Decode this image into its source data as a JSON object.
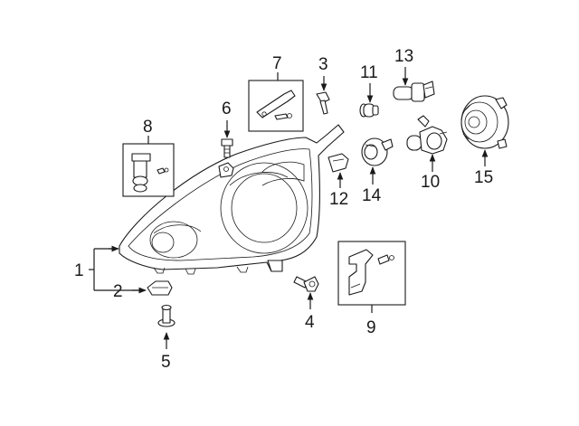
{
  "callouts": {
    "c1": "1",
    "c2": "2",
    "c3": "3",
    "c4": "4",
    "c5": "5",
    "c6": "6",
    "c7": "7",
    "c8": "8",
    "c9": "9",
    "c10": "10",
    "c11": "11",
    "c12": "12",
    "c13": "13",
    "c14": "14",
    "c15": "15"
  },
  "parts": {
    "headlamp_assembly": "headlamp-assembly",
    "bulbs": [
      "bulb-11",
      "bulb-12",
      "bulb-13",
      "bulb-14",
      "bulb-10"
    ],
    "socket": "socket-15"
  }
}
